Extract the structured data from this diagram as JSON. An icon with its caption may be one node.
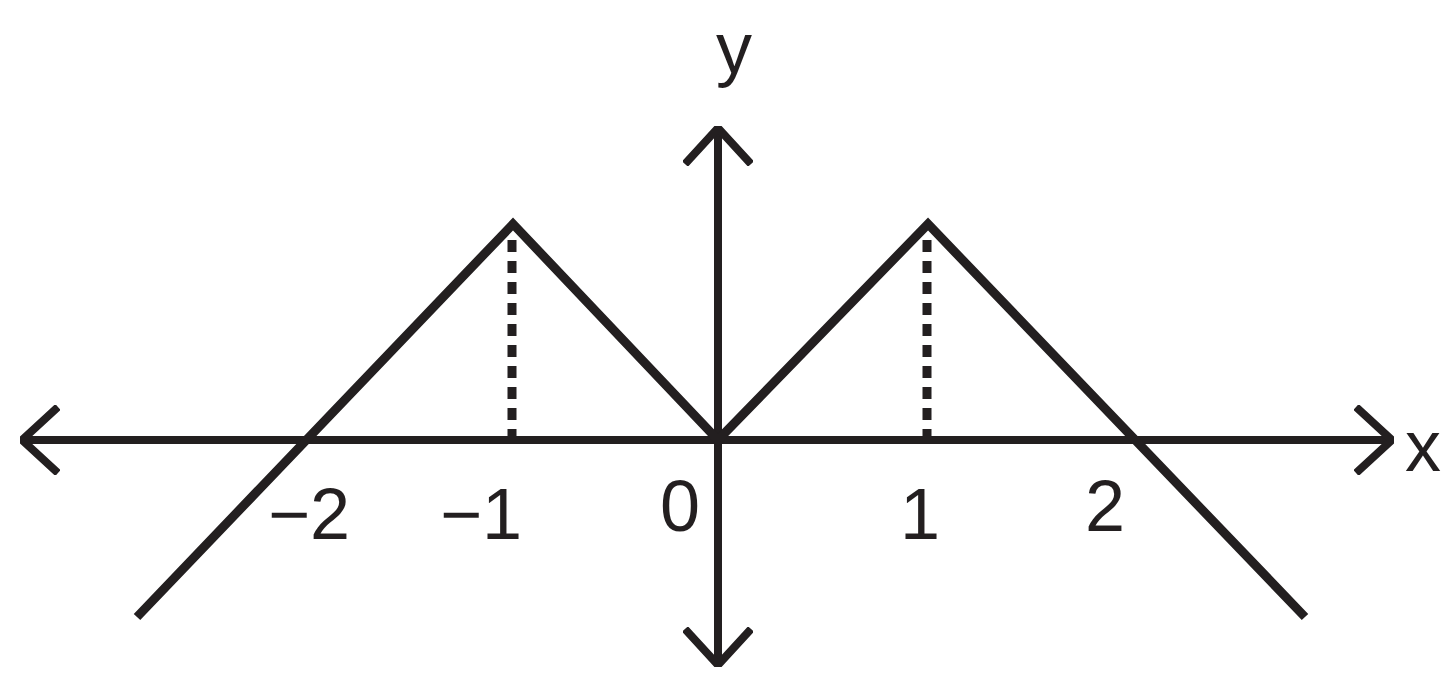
{
  "diagram": {
    "labels": [
      "y",
      "x",
      "−2",
      "−1",
      "0",
      "1",
      "2"
    ]
  }
}
